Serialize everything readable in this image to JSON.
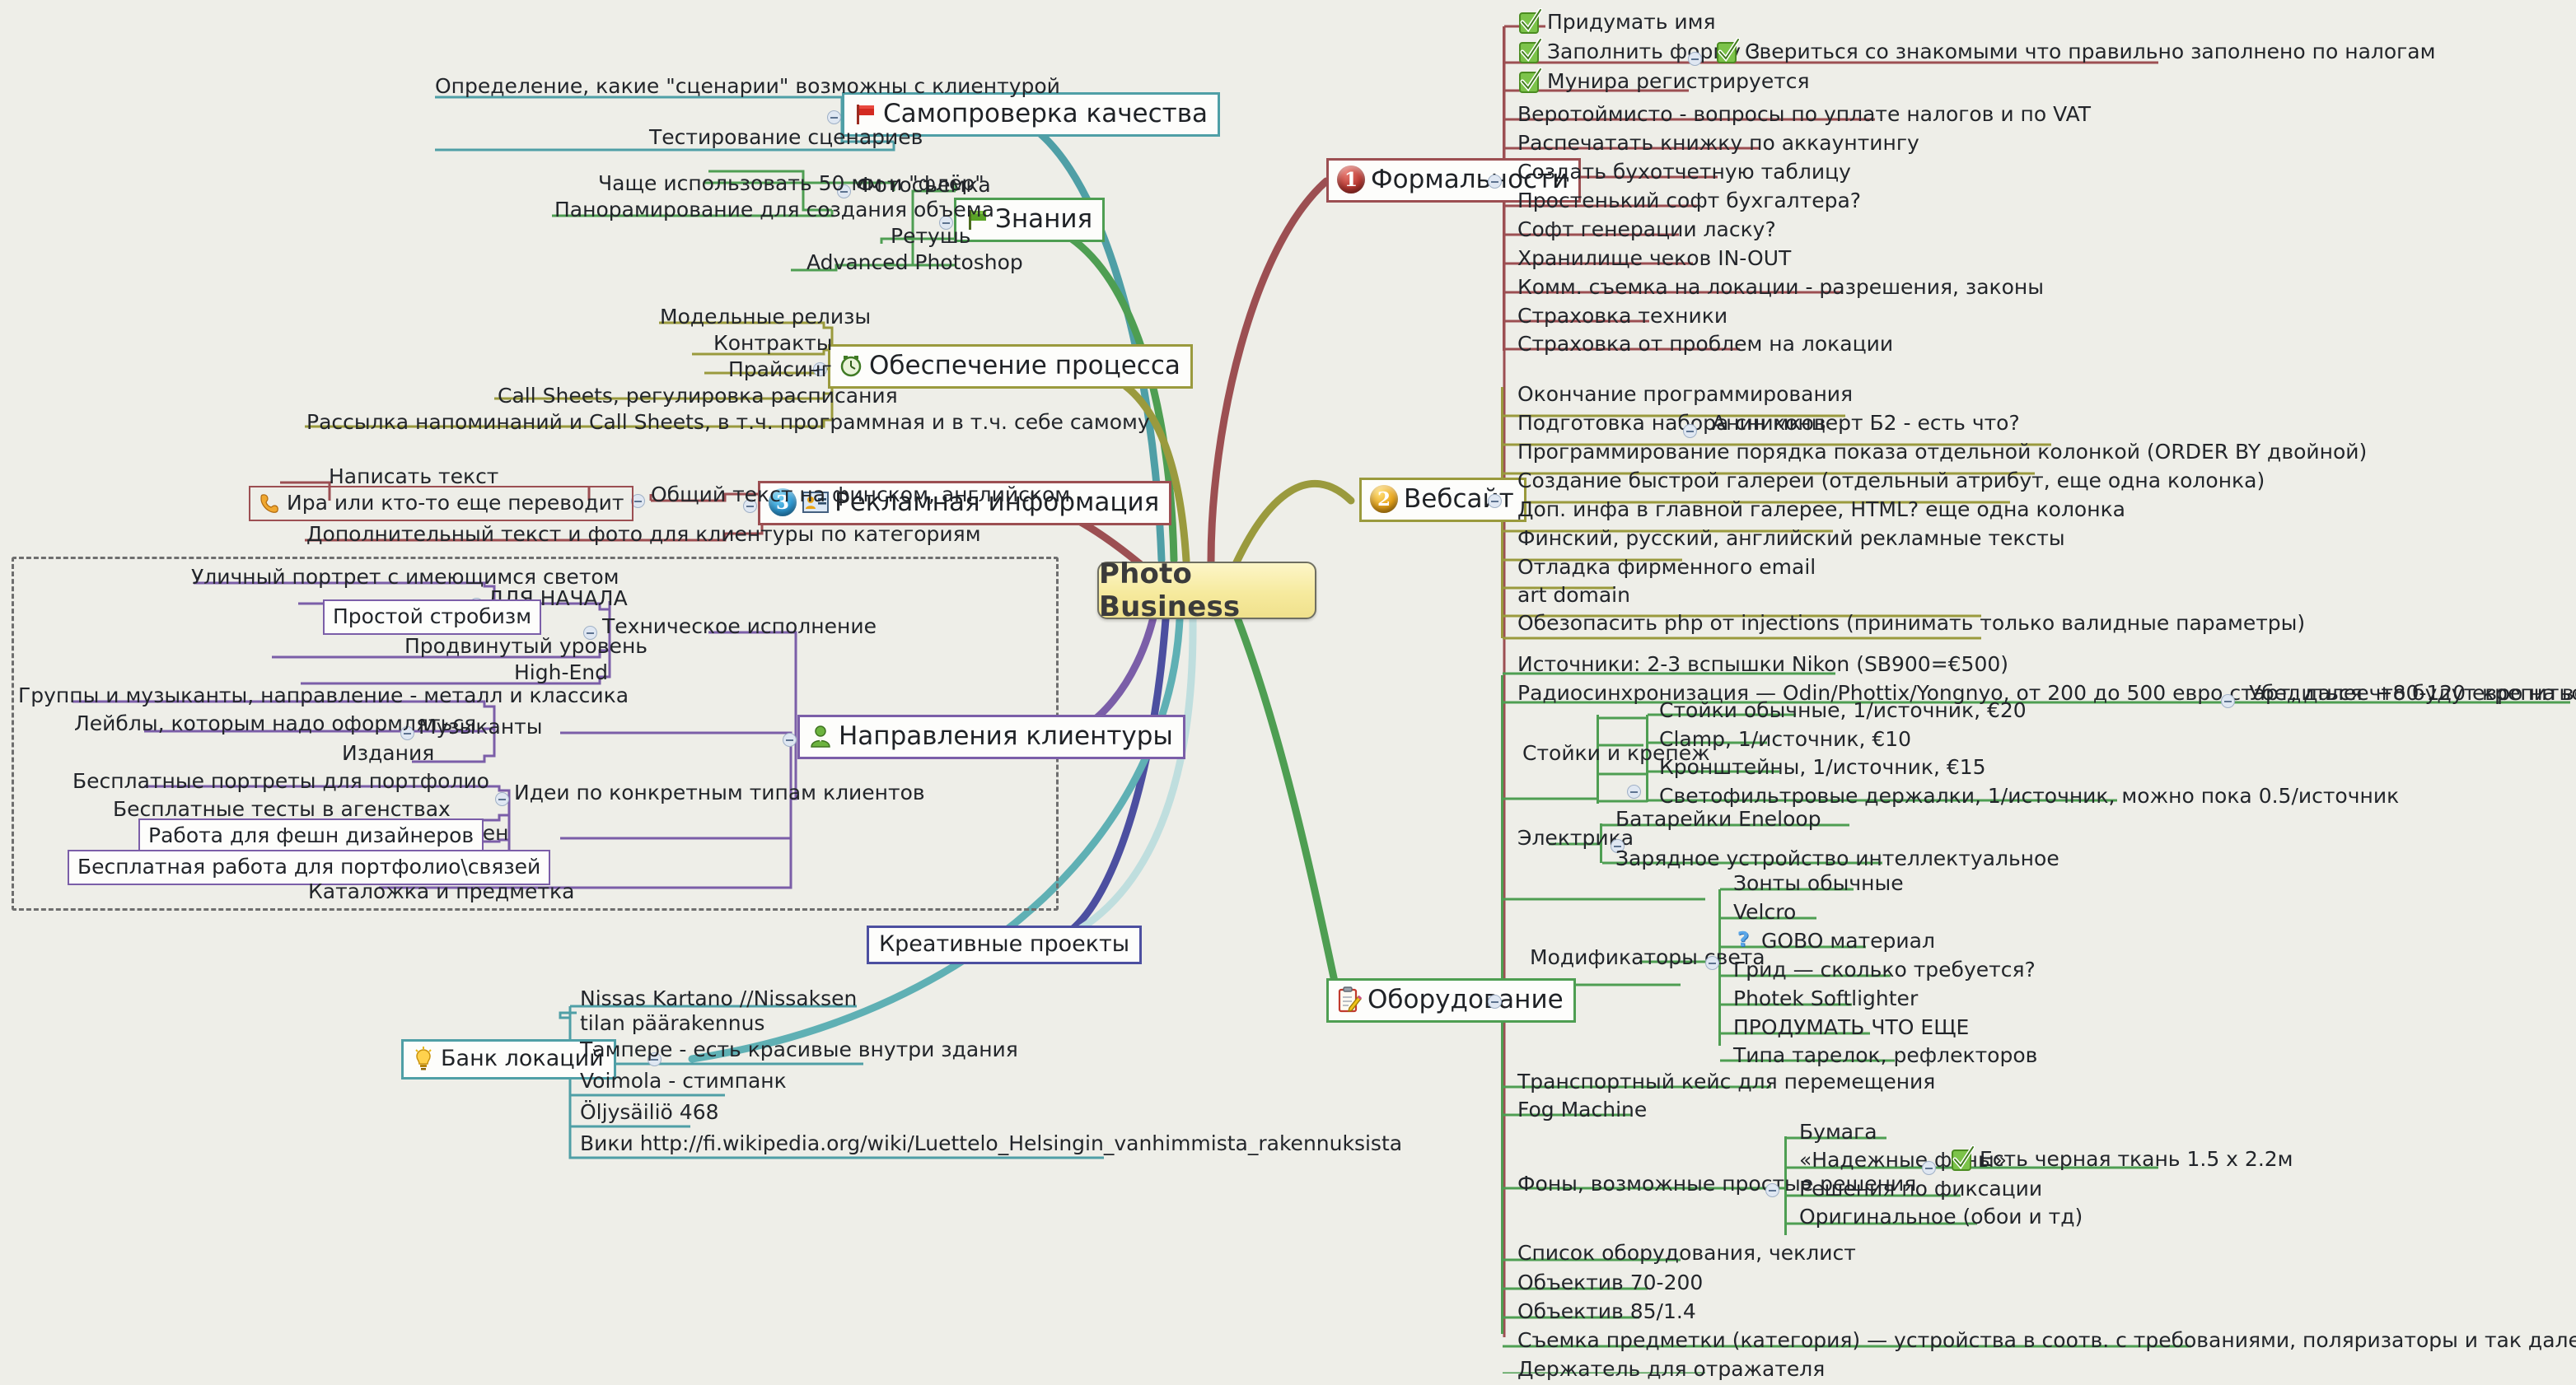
{
  "central": {
    "title": "Photo Business"
  },
  "colors": {
    "background": "#eeeee8",
    "central_fill": "#f4e79a",
    "teal": "#4f9fa6",
    "green": "#4e9e52",
    "olive": "#9a9a3d",
    "red": "#9c4f52",
    "violet": "#7b5ea8",
    "indigo": "#4c4fa0",
    "lightteal": "#7fc4c4",
    "text": "#22252a"
  },
  "branches": [
    {
      "id": "samoproverka",
      "label": "Самопроверка качества",
      "icon": "red-flag-icon",
      "color": "#4f9fa6",
      "children": [
        {
          "label": "Определение, какие \"сценарии\" возможны с клиентурой"
        },
        {
          "label": "Тестирование сценариев"
        }
      ]
    },
    {
      "id": "znaniya",
      "label": "Знания",
      "icon": "green-flag-icon",
      "color": "#4e9e52",
      "children": [
        {
          "label": "Фотосъемка",
          "children": [
            {
              "label": "Чаще использовать 50 мм и \"флёр\""
            },
            {
              "label": "Панорамирование для создания объема"
            }
          ]
        },
        {
          "label": "Ретушь"
        },
        {
          "label": "Advanced Photoshop"
        }
      ]
    },
    {
      "id": "obespechenie",
      "label": "Обеспечение процесса",
      "icon": "clock-icon",
      "color": "#9a9a3d",
      "children": [
        {
          "label": "Модельные релизы"
        },
        {
          "label": "Контракты"
        },
        {
          "label": "Прайсинг"
        },
        {
          "label": "Call Sheets, регулировка расписания"
        },
        {
          "label": "Рассылка напоминаний  и Call Sheets, в т.ч. программная и в т.ч. себе самому"
        }
      ]
    },
    {
      "id": "reklamnaya",
      "label": "Рекламная информация",
      "icon": "id-card-icon",
      "badge": "3",
      "badge_color": "#2e9bd6",
      "color": "#9c4f52",
      "children": [
        {
          "label": "Общий текст на финском, английском",
          "children": [
            {
              "label": "Написать текст"
            },
            {
              "label": "Ира или кто-то еще переводит",
              "icon": "phone-icon",
              "boxed": true
            }
          ]
        },
        {
          "label": "Дополнительный текст  и фото для клиентуры по категориям"
        }
      ]
    },
    {
      "id": "napravleniya",
      "label": "Направления клиентуры",
      "icon": "user-green-icon",
      "color": "#7b5ea8",
      "children": [
        {
          "label": "Техническое исполнение",
          "children": [
            {
              "label": "ДЛЯ НАЧАЛА",
              "children": [
                {
                  "label": "Уличный портрет с имеющимся светом"
                },
                {
                  "label": "Простой стробизм",
                  "boxed": true
                }
              ]
            },
            {
              "label": "Продвинутый уровень"
            },
            {
              "label": "High-End"
            }
          ]
        },
        {
          "label": "Идеи по конкретным типам клиентов",
          "children": [
            {
              "label": "Музыканты",
              "children": [
                {
                  "label": "Группы и музыканты, направление - металл и классика"
                },
                {
                  "label": "Лейблы, которым надо оформляться"
                },
                {
                  "label": "Издания"
                }
              ]
            },
            {
              "label": "Фешен",
              "children": [
                {
                  "label": "Бесплатные портреты для портфолио"
                },
                {
                  "label": "Бесплатные тесты в агенствах"
                },
                {
                  "label": "Работа для фешн дизайнеров",
                  "boxed": true
                },
                {
                  "label": "Бесплатная работа для портфолио\\связей",
                  "boxed": true
                }
              ]
            },
            {
              "label": "Каталожка и предметка"
            }
          ]
        }
      ]
    },
    {
      "id": "kreativnye",
      "label": "Креативные проекты",
      "color": "#4c4fa0",
      "children": []
    },
    {
      "id": "bank",
      "label": "Банк локаций",
      "icon": "lightbulb-icon",
      "color": "#4f9fa6",
      "children": [
        {
          "label": "Nissas Kartano //Nissaksen tilan päärakennus"
        },
        {
          "label": "Тампере - есть красивые внутри здания"
        },
        {
          "label": "Voimola - стимпанк"
        },
        {
          "label": "Öljysäiliö 468"
        },
        {
          "label": "Вики http://fi.wikipedia.org/wiki/Luettelo_Helsingin_vanhimmista_rakennuksista"
        }
      ]
    },
    {
      "id": "formalnosti",
      "label": "Формальности",
      "badge": "1",
      "badge_color": "#bb3a33",
      "color": "#9c4f52",
      "children": [
        {
          "label": "Придумать имя",
          "check": true
        },
        {
          "label": "Заполнить форму 3",
          "check": true,
          "children": [
            {
              "label": "Свериться со знакомыми что правильно заполнено по налогам",
              "check": true
            }
          ]
        },
        {
          "label": "Мунира регистрируется",
          "check": true
        },
        {
          "label": "Веротоймисто - вопросы по уплате налогов и по VAT"
        },
        {
          "label": "Распечатать книжку по аккаунтингу"
        },
        {
          "label": "Создать бухотчетную таблицу"
        },
        {
          "label": "Простенький софт бухгалтера?"
        },
        {
          "label": "Софт генерации ласку?"
        },
        {
          "label": "Хранилище чеков IN-OUT"
        },
        {
          "label": "Комм. съемка на локации - разрешения, законы"
        },
        {
          "label": "Страховка техники"
        },
        {
          "label": "Страховка от проблем на локации"
        }
      ]
    },
    {
      "id": "vebsajt",
      "label": "Вебсайт",
      "badge": "2",
      "badge_color": "#e8a317",
      "color": "#9a9a3d",
      "children": [
        {
          "label": "Окончание программирования"
        },
        {
          "label": "Подготовка набора снимков",
          "children": [
            {
              "label": "Анин концерт Б2 - есть что?"
            }
          ]
        },
        {
          "label": "Программирование порядка показа отдельной колонкой (ORDER BY двойной)"
        },
        {
          "label": "Создание быстрой галереи (отдельный атрибут, еще одна колонка)"
        },
        {
          "label": "Доп. инфа в главной галерее, HTML? еще одна колонка"
        },
        {
          "label": "Финский, русский, английский рекламные тексты"
        },
        {
          "label": "Отладка фирменного email"
        },
        {
          "label": "art domain"
        },
        {
          "label": "Обезопасить php от injections (принимать только валидные параметры)"
        }
      ]
    },
    {
      "id": "oborudovanie",
      "label": "Оборудование",
      "icon": "clipboard-pencil-icon",
      "color": "#4e9e52",
      "children": [
        {
          "label": "Источники: 2-3 вспышки Nikon (SB900=€500)"
        },
        {
          "label": "Радиосинхронизация — Odin/Phottix/Yongnyo, от 200 до 500 евро старт, далее +80-120 евро на вспышку",
          "children": [
            {
              "label": "Убедиться что будут крепиться на кронштейны"
            }
          ]
        },
        {
          "label": "Стойки и крепеж",
          "children": [
            {
              "label": "Стойки обычные, 1/источник, €20"
            },
            {
              "label": "Clamp, 1/источник, €10"
            },
            {
              "label": "Кронштейны, 1/источник, €15"
            },
            {
              "label": "Светофильтровые держалки, 1/источник, можно пока 0.5/источник"
            }
          ]
        },
        {
          "label": "Электрика",
          "children": [
            {
              "label": "Батарейки Eneloop"
            },
            {
              "label": "Зарядное устройство интеллектуальное"
            }
          ]
        },
        {
          "label": "Модификаторы света",
          "children": [
            {
              "label": "Зонты обычные"
            },
            {
              "label": "Velcro"
            },
            {
              "label": "GOBO материал",
              "icon": "question-icon"
            },
            {
              "label": "Грид — сколько требуется?"
            },
            {
              "label": "Photek Softlighter"
            },
            {
              "label": "ПРОДУМАТЬ ЧТО ЕЩЕ"
            },
            {
              "label": "Типа тарелок, рефлекторов"
            }
          ]
        },
        {
          "label": "Транспортный кейс для перемещения"
        },
        {
          "label": "Fog Machine"
        },
        {
          "label": "Фоны, возможные простые решения",
          "children": [
            {
              "label": "Бумага"
            },
            {
              "label": "«Надежные фоны»",
              "children": [
                {
                  "label": "Есть черная ткань 1.5 x 2.2м",
                  "check": true
                }
              ]
            },
            {
              "label": "Решения по фиксации"
            },
            {
              "label": "Оригинальное (обои и тд)"
            }
          ]
        },
        {
          "label": "Список оборудования, чеклист"
        },
        {
          "label": "Объектив 70-200"
        },
        {
          "label": "Объектив 85/1.4"
        },
        {
          "label": "Съемка предметки (категория) — устройства в соотв. с требованиями, поляризаторы и так далее."
        },
        {
          "label": "Держатель для отражателя"
        }
      ]
    }
  ]
}
